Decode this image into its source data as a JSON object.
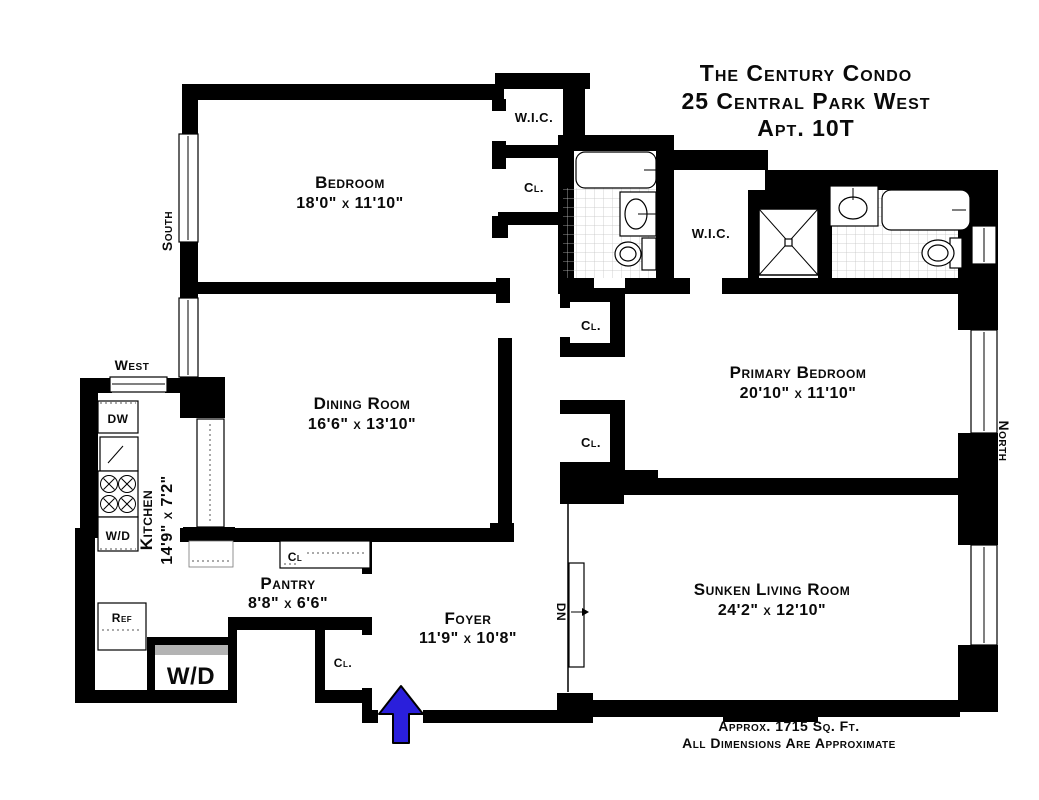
{
  "title": {
    "line1": "The Century Condo",
    "line2": "25 Central Park West",
    "line3": "Apt. 10T"
  },
  "footer": {
    "line1": "Approx. 1715 Sq. Ft.",
    "line2": "All Dimensions Are Approximate"
  },
  "compass": {
    "south": "South",
    "west": "West",
    "north": "North"
  },
  "rooms": {
    "bedroom": {
      "name": "Bedroom",
      "dims": "18'0\" x 11'10\""
    },
    "dining": {
      "name": "Dining Room",
      "dims": "16'6\" x 13'10\""
    },
    "kitchen": {
      "name": "Kitchen",
      "dims": "14'9\" x 7'2\""
    },
    "pantry": {
      "name": "Pantry",
      "dims": "8'8\" x 6'6\""
    },
    "foyer": {
      "name": "Foyer",
      "dims": "11'9\" x 10'8\""
    },
    "primary": {
      "name": "Primary Bedroom",
      "dims": "20'10\" x 11'10\""
    },
    "living": {
      "name": "Sunken Living Room",
      "dims": "24'2\" x 12'10\""
    }
  },
  "closets": {
    "wic_bedroom": "W.I.C.",
    "cl_bedroom": "Cl.",
    "wic_primary": "W.I.C.",
    "cl_hall_upper": "Cl.",
    "cl_hall_lower": "Cl.",
    "cl_pantry": "Cl",
    "cl_foyer": "Cl."
  },
  "appliances": {
    "dishwasher": "DW",
    "washer_dryer_kitchen": "W/D",
    "refrigerator": "Ref",
    "washer_dryer_laundry": "W/D"
  },
  "stairs": {
    "down": "DN"
  },
  "colors": {
    "entry_arrow": "#2a1fdb",
    "laundry_door": "#b3b3b3"
  }
}
